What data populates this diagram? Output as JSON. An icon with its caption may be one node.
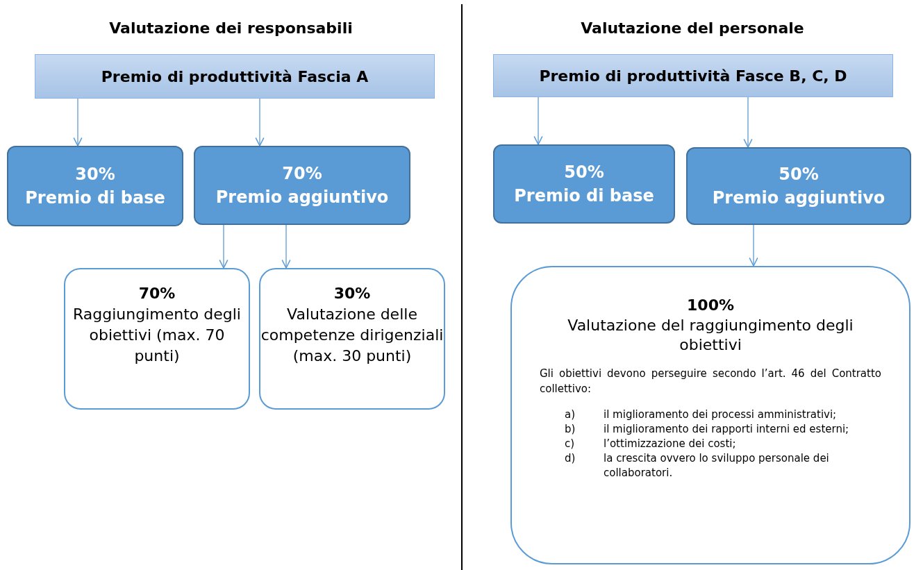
{
  "diagram": {
    "nodes": [
      {
        "text": [
          "Premio di produttività Fascia A"
        ]
      },
      {
        "text": [
          "30%",
          "Premio di base"
        ]
      },
      {
        "text": [
          "70%",
          "Premio aggiuntivo"
        ]
      },
      {
        "text": [
          "70%",
          "Raggiungimento degli obiettivi (max. 70 punti)"
        ]
      },
      {
        "text": [
          "30%",
          "Valutazione delle competenze dirigenziali (max. 30 punti)"
        ]
      },
      {
        "text": [
          "Premio di produttività Fasce B, C, D"
        ]
      },
      {
        "text": [
          "50%",
          "Premio di base"
        ]
      },
      {
        "text": [
          "50%",
          "Premio aggiuntivo"
        ]
      },
      {
        "text": [
          "100%",
          "Valutazione del raggiungimento degli obiettivi",
          "Gli obiettivi devono perseguire secondo l’art. 46 del Contratto collettivo:",
          "a)",
          "il miglioramento dei processi amministrativi;",
          "b)",
          "il miglioramento dei rapporti interni ed esterni;",
          "c)",
          "l’ottimizzazione dei costi;",
          "d)",
          "la crescita ovvero lo sviluppo personale dei collaboratori."
        ]
      }
    ],
    "edges": [
      {
        "from": 0,
        "to": 1,
        "arrow": "to"
      },
      {
        "from": 0,
        "to": 2,
        "arrow": "to"
      },
      {
        "from": 2,
        "to": 3,
        "arrow": "to"
      },
      {
        "from": 2,
        "to": 4,
        "arrow": "to"
      },
      {
        "from": 5,
        "to": 6,
        "arrow": "to"
      },
      {
        "from": 5,
        "to": 7,
        "arrow": "to"
      },
      {
        "from": 7,
        "to": 8,
        "arrow": "to"
      }
    ],
    "labels": [
      "Valutazione dei responsabili",
      "Valutazione del personale"
    ]
  }
}
